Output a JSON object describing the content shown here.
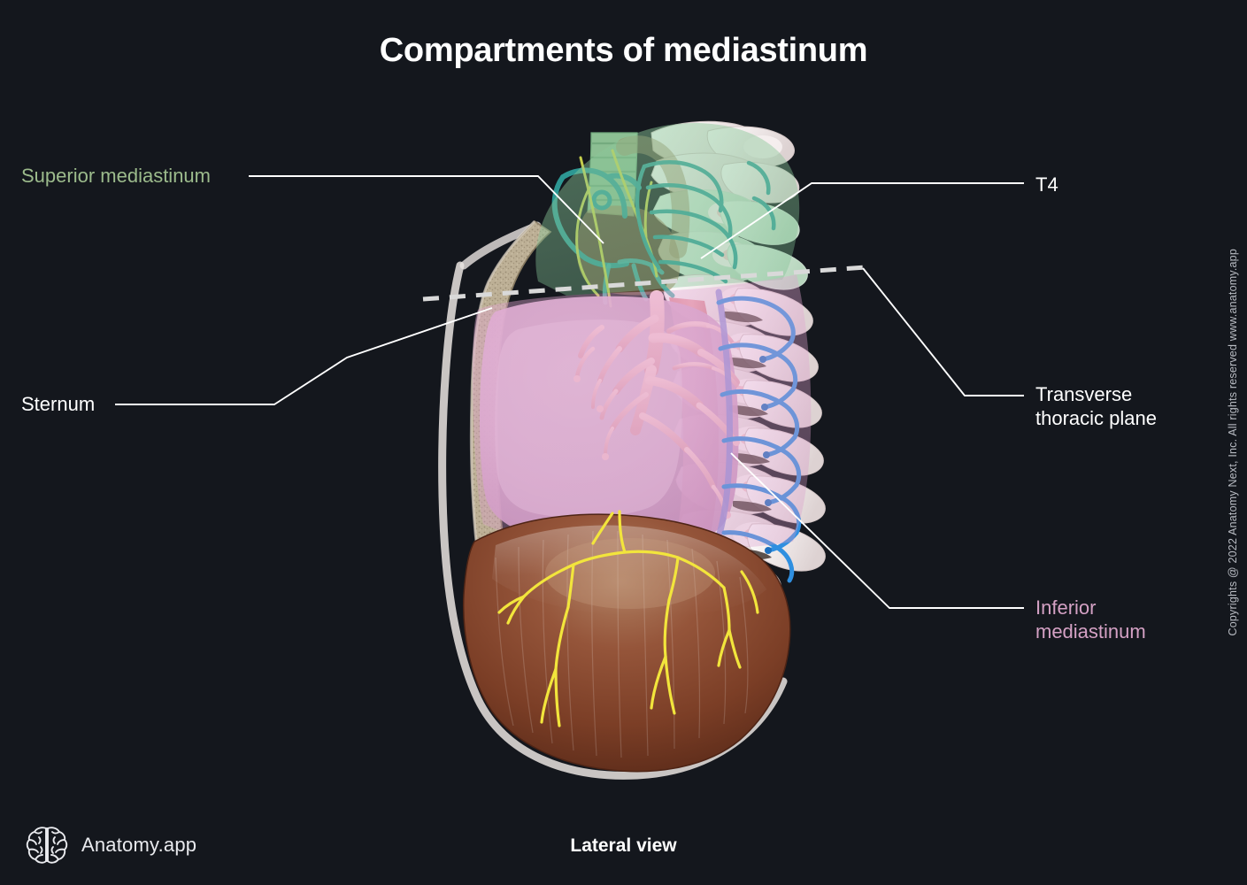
{
  "page": {
    "title": "Compartments of mediastinum",
    "view_caption": "Lateral view",
    "background_color": "#14171d"
  },
  "brand": {
    "name": "Anatomy.app",
    "logo_icon": "brain-icon"
  },
  "copyright": {
    "text": "Copyrights @ 2022 Anatomy Next, Inc. All rights reserved www.anatomy.app"
  },
  "labels": [
    {
      "id": "superior_mediastinum",
      "text": "Superior mediastinum",
      "color": "#9cbb8c",
      "side": "left"
    },
    {
      "id": "sternum",
      "text": "Sternum",
      "color": "#ffffff",
      "side": "left"
    },
    {
      "id": "t4",
      "text": "T4",
      "color": "#ffffff",
      "side": "right"
    },
    {
      "id": "transverse_thoracic_plane",
      "line1": "Transverse",
      "line2": "thoracic plane",
      "color": "#ffffff",
      "side": "right"
    },
    {
      "id": "inferior_mediastinum",
      "line1": "Inferior",
      "line2": "mediastinum",
      "color": "#d4a1c4",
      "side": "right"
    }
  ],
  "figure": {
    "colors": {
      "superior_mediastinum_overlay": "#8fc49a",
      "inferior_mediastinum_overlay": "#e0a8d0",
      "vertebrae": "#efe7e6",
      "sternum_bone": "#bfb19a",
      "diaphragm": "#8a4a2e",
      "phrenic_nerve": "#f2e53c",
      "superior_vessels": "#2f9e9a",
      "inferior_vessels": "#2f8fe0",
      "bronchial_tree": "#efb8c4",
      "leader_line": "#ffffff",
      "plane_dash": "#d5d5d5"
    },
    "structures": [
      "trachea",
      "thoracic vertebrae",
      "ribs",
      "sternum",
      "pericardium",
      "bronchial tree",
      "diaphragm",
      "phrenic nerve branches",
      "intercostal vessels",
      "azygos vein",
      "descending aorta"
    ]
  }
}
